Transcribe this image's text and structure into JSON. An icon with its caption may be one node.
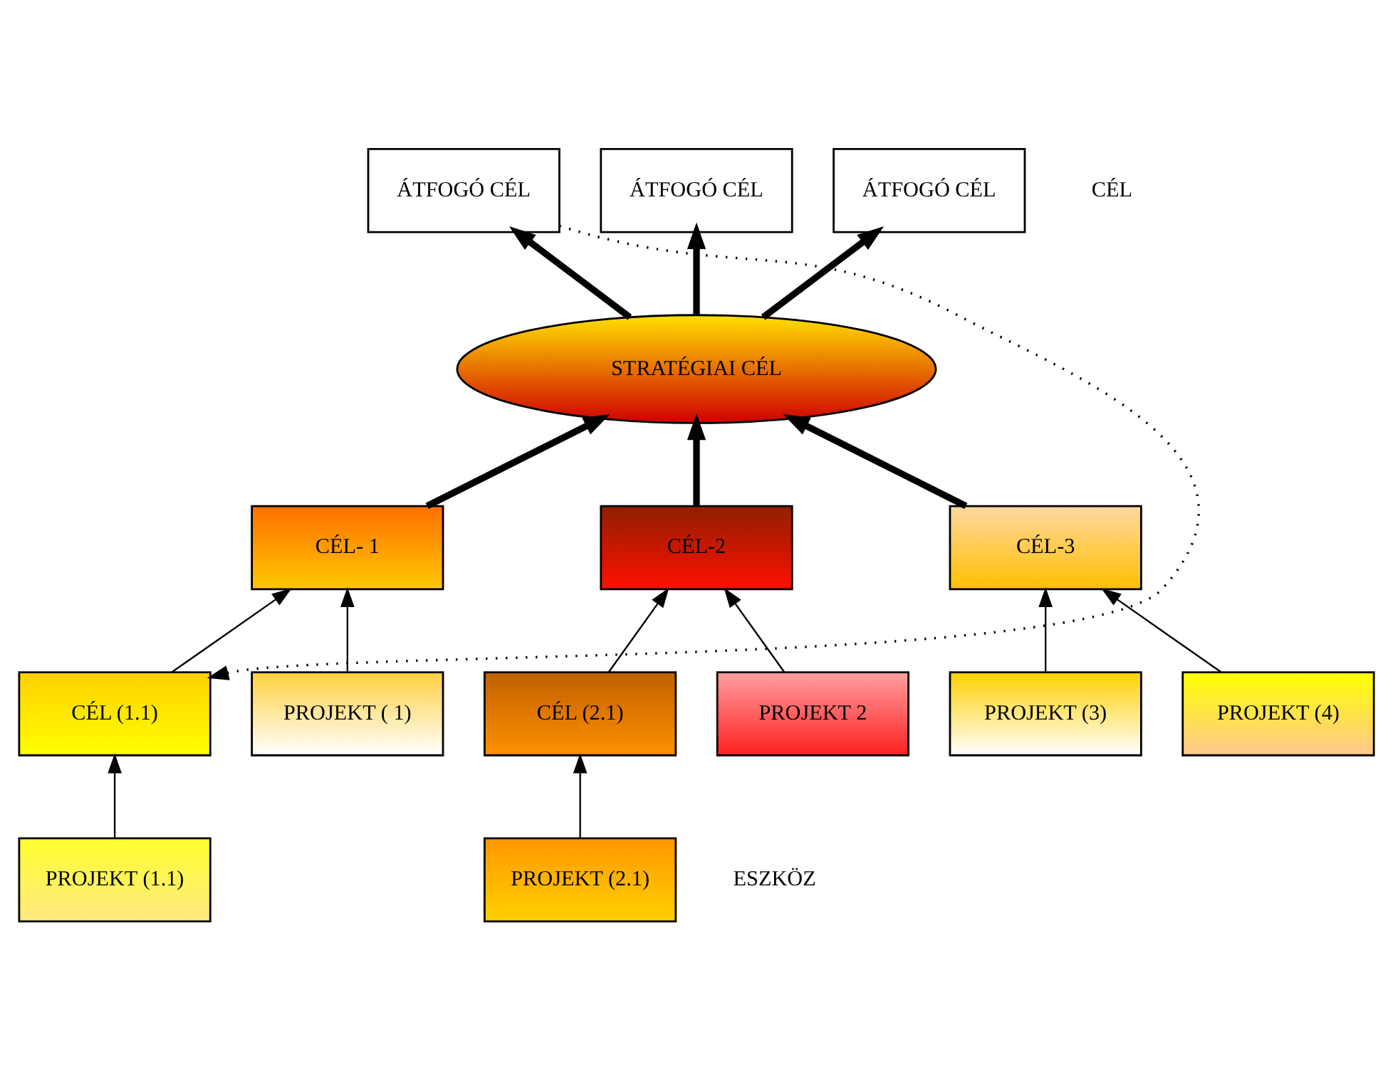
{
  "diagram": {
    "nodes": [
      {
        "text": [
          "ÁTFOGÓ CÉL"
        ]
      },
      {
        "text": [
          "ÁTFOGÓ CÉL"
        ]
      },
      {
        "text": [
          "ÁTFOGÓ CÉL"
        ]
      },
      {
        "text": [
          "STRATÉGIAI CÉL"
        ]
      },
      {
        "text": [
          "CÉL- 1"
        ]
      },
      {
        "text": [
          "CÉL-2"
        ]
      },
      {
        "text": [
          "CÉL-3"
        ]
      },
      {
        "text": [
          "CÉL (1.1)"
        ]
      },
      {
        "text": [
          "PROJEKT ( 1)"
        ]
      },
      {
        "text": [
          "CÉL (2.1)"
        ]
      },
      {
        "text": [
          "PROJEKT 2"
        ]
      },
      {
        "text": [
          "PROJEKT (3)"
        ]
      },
      {
        "text": [
          "PROJEKT (4)"
        ]
      },
      {
        "text": [
          "PROJEKT (1.1)"
        ]
      },
      {
        "text": [
          "PROJEKT (2.1)"
        ]
      }
    ],
    "edges": [
      {
        "from": 3,
        "to": 0,
        "arrow": "to",
        "style": "thick"
      },
      {
        "from": 3,
        "to": 1,
        "arrow": "to",
        "style": "thick"
      },
      {
        "from": 3,
        "to": 2,
        "arrow": "to",
        "style": "thick"
      },
      {
        "from": 4,
        "to": 3,
        "arrow": "to",
        "style": "thick"
      },
      {
        "from": 5,
        "to": 3,
        "arrow": "to",
        "style": "thick"
      },
      {
        "from": 6,
        "to": 3,
        "arrow": "to",
        "style": "thick"
      },
      {
        "from": 7,
        "to": 4,
        "arrow": "to"
      },
      {
        "from": 8,
        "to": 4,
        "arrow": "to"
      },
      {
        "from": 9,
        "to": 5,
        "arrow": "to"
      },
      {
        "from": 10,
        "to": 5,
        "arrow": "to"
      },
      {
        "from": 11,
        "to": 6,
        "arrow": "to"
      },
      {
        "from": 12,
        "to": 6,
        "arrow": "to"
      },
      {
        "from": 13,
        "to": 7,
        "arrow": "to"
      },
      {
        "from": 14,
        "to": 9,
        "arrow": "to"
      },
      {
        "from": 0,
        "to": 7,
        "arrow": "to",
        "style": "dashed"
      }
    ],
    "labels": [
      "CÉL",
      "ESZKÖZ"
    ]
  }
}
